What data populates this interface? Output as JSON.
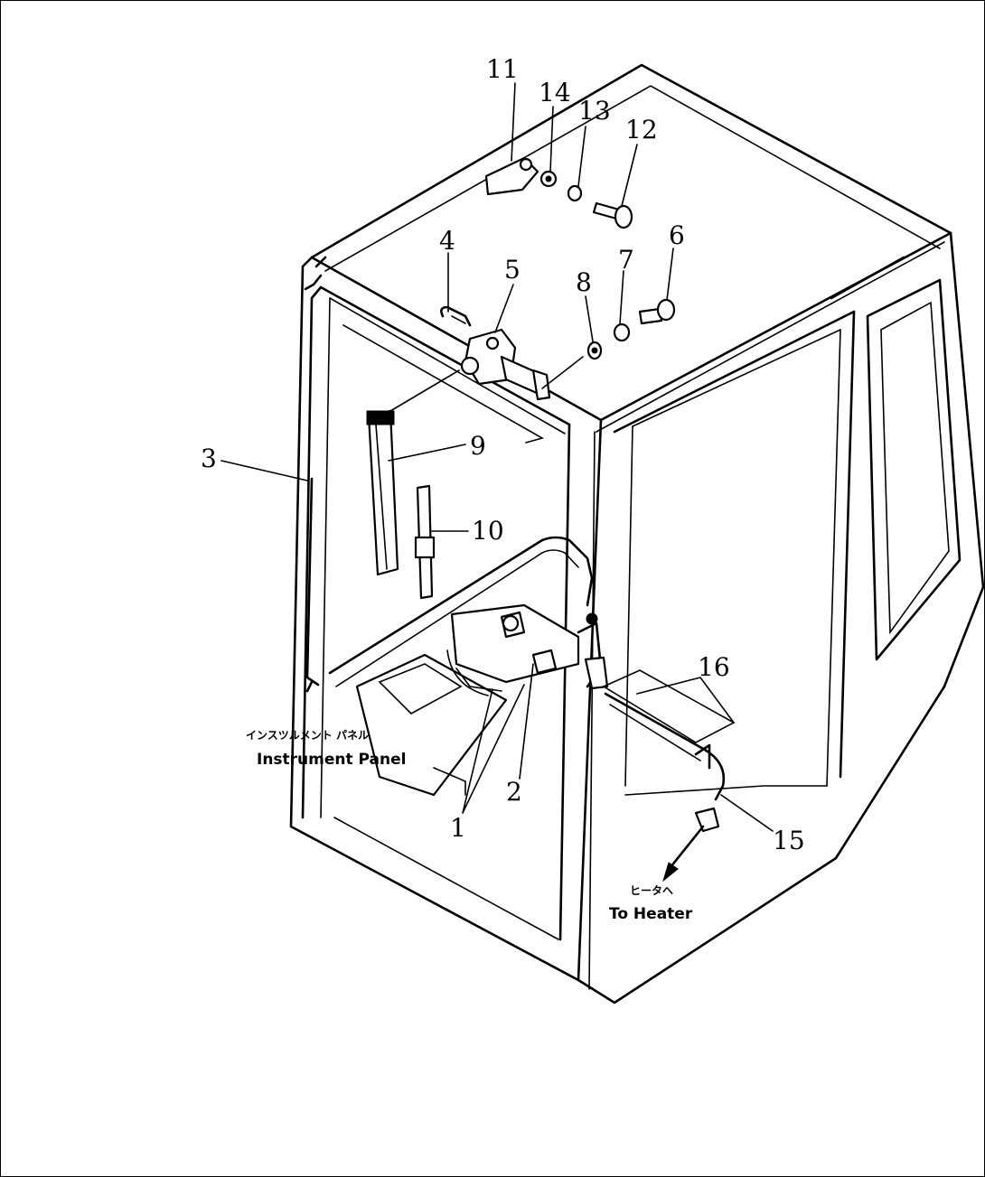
{
  "diagram": {
    "callouts": {
      "c1": "1",
      "c2": "2",
      "c3": "3",
      "c4": "4",
      "c5": "5",
      "c6": "6",
      "c7": "7",
      "c8": "8",
      "c9": "9",
      "c10": "10",
      "c11": "11",
      "c12": "12",
      "c13": "13",
      "c14": "14",
      "c15": "15",
      "c16": "16"
    },
    "labels": {
      "instrument_panel_jp": "インスツルメント パネル",
      "instrument_panel_en": "Instrument Panel",
      "to_heater_jp": "ヒータへ",
      "to_heater_en": "To Heater"
    }
  }
}
